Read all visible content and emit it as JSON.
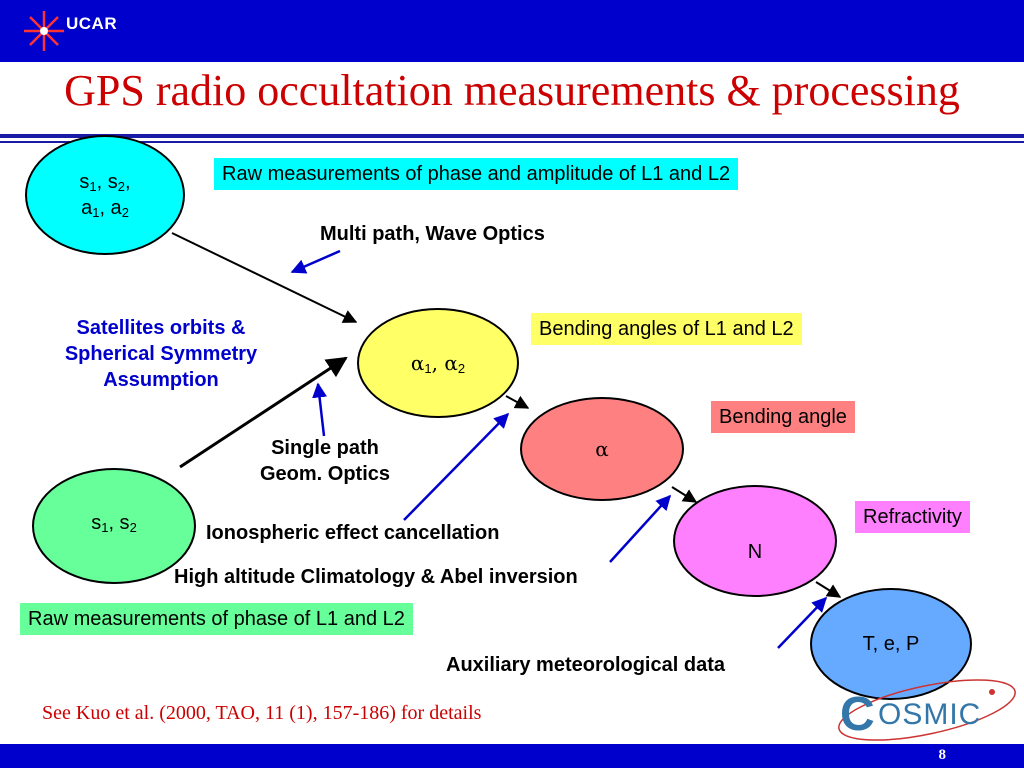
{
  "header": {
    "logo_text": "UCAR",
    "title": "GPS radio occultation measurements & processing"
  },
  "nodes": {
    "raw_phase_amp": {
      "line1_a": "s",
      "line1_b": "1",
      "line1_c": ", s",
      "line1_d": "2",
      "line1_e": ",",
      "line2_a": "a",
      "line2_b": "1",
      "line2_c": ", a",
      "line2_d": "2",
      "color": "#00ffff"
    },
    "raw_phase": {
      "a": "s",
      "b": "1",
      "c": ", s",
      "d": "2",
      "color": "#66ff99"
    },
    "bending_l1l2": {
      "a": "α",
      "b": "1",
      "c": ", α",
      "d": "2",
      "color": "#ffff66"
    },
    "bending": {
      "text": "α",
      "color": "#ff8080"
    },
    "refractivity": {
      "text": "N",
      "color": "#ff80ff"
    },
    "tep": {
      "text": "T, e, P",
      "color": "#66aaff"
    }
  },
  "boxes": {
    "raw_phase_amp": {
      "text": "Raw measurements of phase and amplitude of L1 and L2",
      "color": "#00ffff"
    },
    "bending_l1l2": {
      "text": "Bending angles of L1 and L2",
      "color": "#ffff66"
    },
    "bending": {
      "text": "Bending angle",
      "color": "#ff8080"
    },
    "refractivity": {
      "text": "Refractivity",
      "color": "#ff80ff"
    },
    "raw_phase": {
      "text": "Raw measurements of phase of L1 and L2",
      "color": "#66ff99"
    }
  },
  "labels": {
    "multipath": "Multi path, Wave Optics",
    "satellites_1": "Satellites orbits &",
    "satellites_2": "Spherical Symmetry",
    "satellites_3": "Assumption",
    "single_path_1": "Single path",
    "single_path_2": "Geom. Optics",
    "ionospheric": "Ionospheric effect cancellation",
    "high_altitude": "High altitude Climatology & Abel inversion",
    "auxiliary": "Auxiliary meteorological data"
  },
  "footer": {
    "reference": "See Kuo et al. (2000, TAO, 11 (1), 157-186) for details",
    "logo_text": "OSMIC",
    "page_number": "8"
  },
  "colors": {
    "banner": "#0000cc",
    "title": "#cc0000",
    "label_blue": "#0000cc",
    "arrow_blue": "#0000cc"
  }
}
